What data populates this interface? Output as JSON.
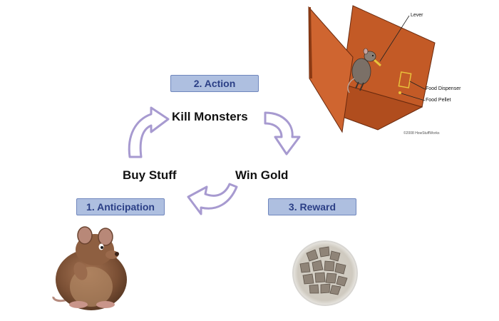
{
  "cycle": {
    "phases": {
      "action": "2. Action",
      "anticipation": "1. Anticipation",
      "reward": "3. Reward"
    },
    "steps": {
      "kill": "Kill Monsters",
      "win": "Win Gold",
      "buy": "Buy Stuff"
    },
    "arrow_color": "#a79ad0",
    "box_fill": "#aebfe0",
    "box_text_color": "#2b3f86"
  },
  "skinner_box": {
    "labels": {
      "lever": "Lever",
      "dispenser": "Food Dispenser",
      "pellet": "Food Pellet",
      "copyright": "©2008 HowStuffWorks"
    },
    "wall_color": "#c35a26"
  }
}
